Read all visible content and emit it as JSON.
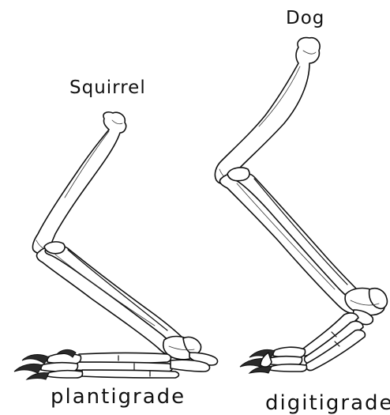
{
  "labels": {
    "squirrel": "Squirrel",
    "dog": "Dog",
    "plantigrade": "plantigrade",
    "digitigrade": "digitigrade"
  },
  "colors": {
    "ink": "#111111",
    "background": "#ffffff",
    "claw": "#2a2a2a"
  }
}
